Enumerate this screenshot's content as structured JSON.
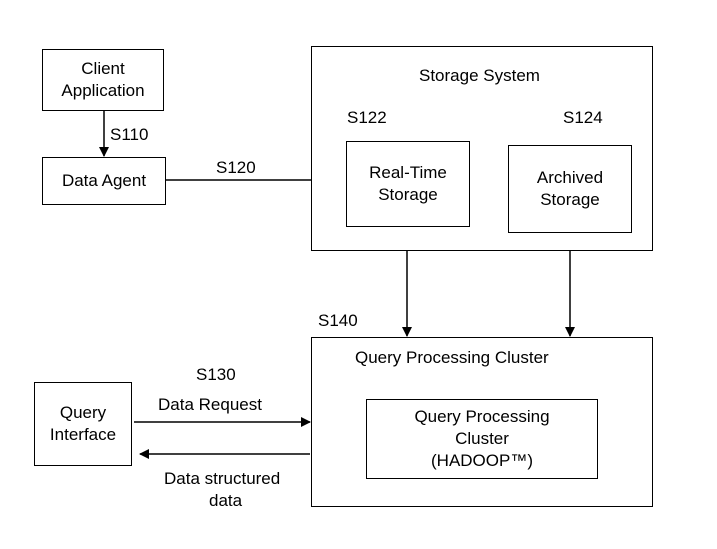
{
  "nodes": {
    "client_application": [
      "Client",
      "Application"
    ],
    "data_agent": "Data Agent",
    "storage_system": "Storage System",
    "real_time_storage": [
      "Real-Time",
      "Storage"
    ],
    "archived_storage": [
      "Archived",
      "Storage"
    ],
    "query_interface": [
      "Query",
      "Interface"
    ],
    "query_processing_cluster_outer": "Query Processing Cluster",
    "query_processing_cluster_inner": [
      "Query Processing",
      "Cluster",
      "(HADOOP™)"
    ]
  },
  "steps": {
    "s110": "S110",
    "s120": "S120",
    "s122": "S122",
    "s124": "S124",
    "s130": "S130",
    "s140": "S140"
  },
  "edges": {
    "data_request": "Data Request",
    "data_structured": [
      "Data structured",
      "data"
    ]
  }
}
